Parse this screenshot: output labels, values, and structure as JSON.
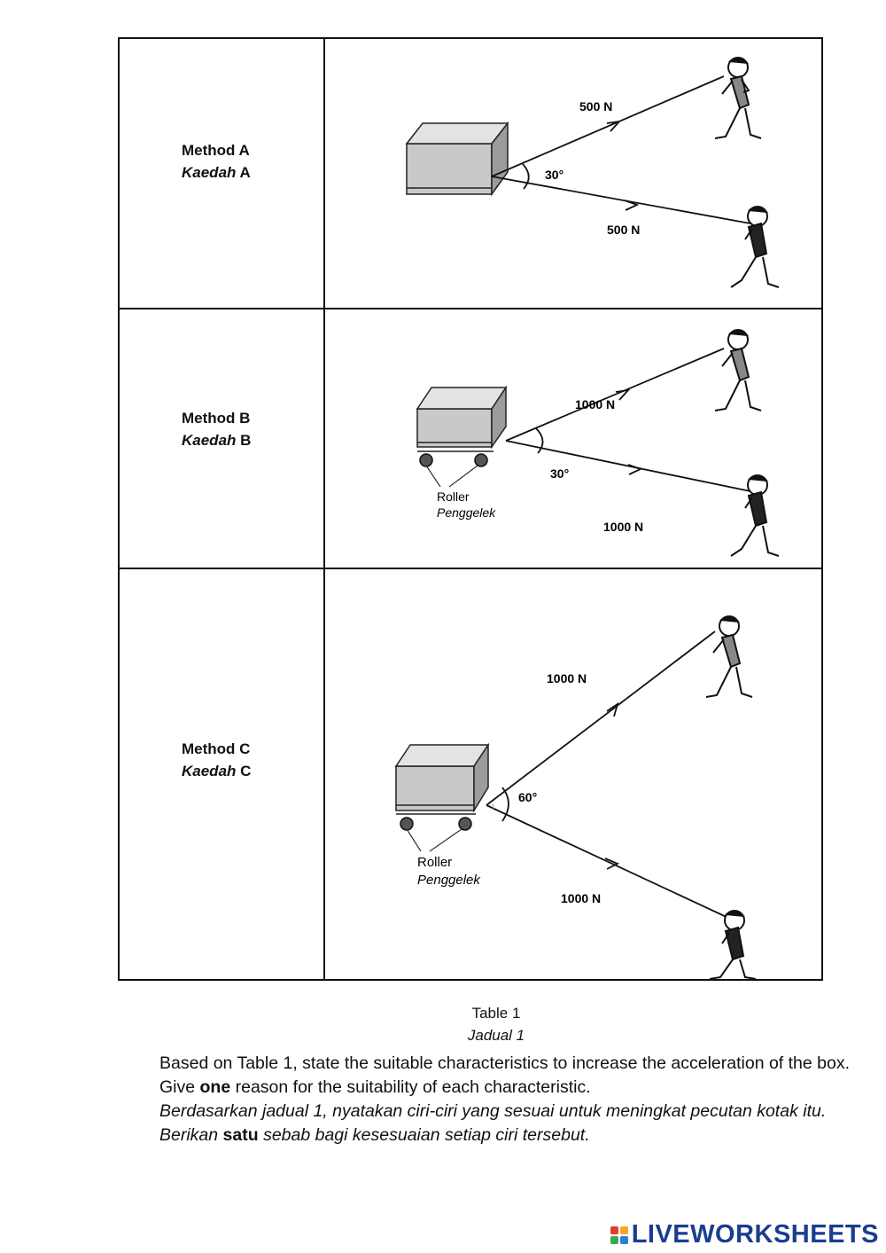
{
  "table": {
    "rows": [
      {
        "method_label": "Method A",
        "kaedah_word": "Kaedah",
        "kaedah_letter": "A",
        "force_top": "500 N",
        "force_bottom": "500 N",
        "angle": "30°"
      },
      {
        "method_label": "Method B",
        "kaedah_word": "Kaedah",
        "kaedah_letter": "B",
        "force_top": "1000 N",
        "force_bottom": "1000 N",
        "angle": "30°",
        "roller_label": "Roller",
        "roller_label_ms": "Penggelek"
      },
      {
        "method_label": "Method C",
        "kaedah_word": "Kaedah",
        "kaedah_letter": "C",
        "force_top": "1000 N",
        "force_bottom": "1000 N",
        "angle": "60°",
        "roller_label": "Roller",
        "roller_label_ms": "Penggelek"
      }
    ],
    "caption": "Table 1",
    "caption_ms": "Jadual 1"
  },
  "question": {
    "en_before": "Based on Table 1, state the suitable characteristics to increase the acceleration of the box. Give ",
    "en_bold": "one",
    "en_after": " reason for the suitability of each characteristic.",
    "ms_before": "Berdasarkan jadual 1, nyatakan ciri-ciri  yang sesuai untuk meningkat pecutan kotak itu. Berikan ",
    "ms_bold": "satu",
    "ms_after": " sebab bagi kesesuaian setiap ciri tersebut."
  },
  "brand": {
    "name": "LIVEWORKSHEETS",
    "colors": [
      "#e63c2f",
      "#f5a623",
      "#3aa84f",
      "#2d7fd3"
    ]
  }
}
